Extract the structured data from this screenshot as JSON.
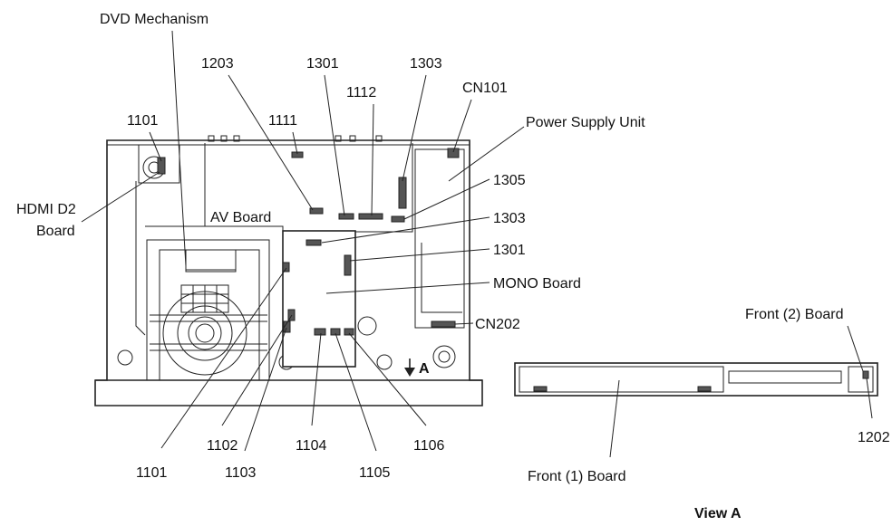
{
  "labels": {
    "dvd_mechanism": "DVD Mechanism",
    "c1203": "1203",
    "c1301_top": "1301",
    "c1303_top": "1303",
    "c1112": "1112",
    "cn101": "CN101",
    "c1101_top": "1101",
    "c1111": "1111",
    "power_supply_unit": "Power Supply Unit",
    "hdmi_line1": "HDMI D2",
    "hdmi_line2": "Board",
    "av_board": "AV Board",
    "c1305": "1305",
    "c1303_right": "1303",
    "c1301_right": "1301",
    "mono_board": "MONO Board",
    "cn202": "CN202",
    "front2_board": "Front (2) Board",
    "view_a_arrow": "A",
    "c1102": "1102",
    "c1104": "1104",
    "c1106": "1106",
    "c1101_bottom": "1101",
    "c1103": "1103",
    "c1105": "1105",
    "c1202": "1202",
    "front1_board": "Front (1) Board",
    "view_a_caption": "View A"
  }
}
